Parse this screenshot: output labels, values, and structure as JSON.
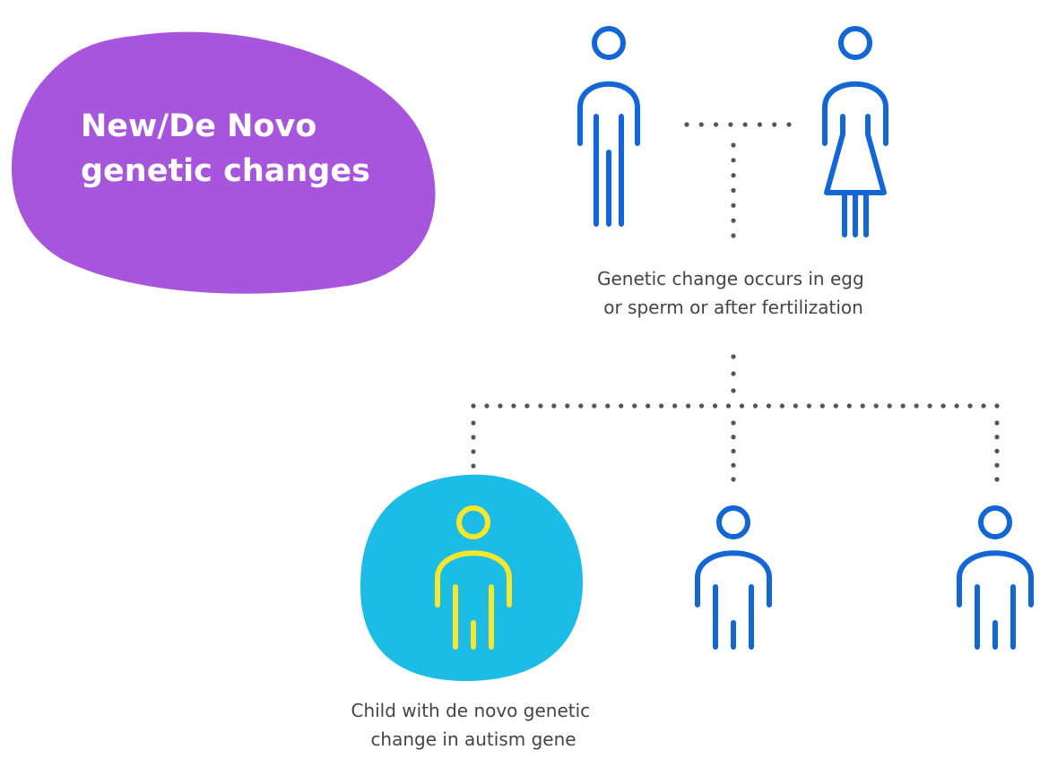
{
  "title": {
    "line1": "New/De Novo",
    "line2": "genetic changes"
  },
  "parents_caption": {
    "line1": "Genetic change occurs in egg",
    "line2": "or sperm or after fertilization"
  },
  "child_caption": {
    "line1": "Child with de novo genetic",
    "line2": "change in autism gene"
  },
  "colors": {
    "title_blob": "#a855dd",
    "title_text": "#ffffff",
    "figure_blue": "#1366d6",
    "affected_child_blob": "#1bbde6",
    "affected_child_figure": "#f7e62b",
    "connector_dots": "#555555",
    "caption_text": "#444444"
  }
}
